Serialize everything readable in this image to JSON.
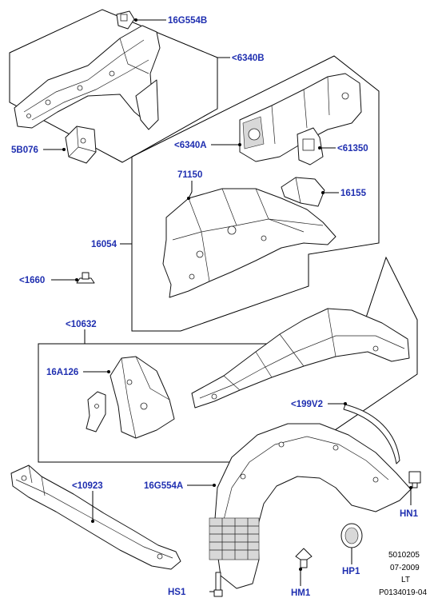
{
  "colors": {
    "label": "#1f2fb0",
    "line": "#000000",
    "background": "#ffffff"
  },
  "labels": {
    "p16G554B": "16G554B",
    "p6340B": "<6340B",
    "p5B076": "5B076",
    "p6340A": "<6340A",
    "p61350": "<61350",
    "p71150": "71150",
    "p16155": "16155",
    "p16054": "16054",
    "p1660": "<1660",
    "p10632": "<10632",
    "p16A126": "16A126",
    "p199V2": "<199V2",
    "p16G554A": "16G554A",
    "p10923": "<10923",
    "HN1": "HN1",
    "HP1": "HP1",
    "HM1": "HM1",
    "HS1": "HS1"
  },
  "reference": {
    "code": "5010205",
    "date": "07-2009",
    "lang": "LT",
    "drawing": "P0134019-04"
  }
}
